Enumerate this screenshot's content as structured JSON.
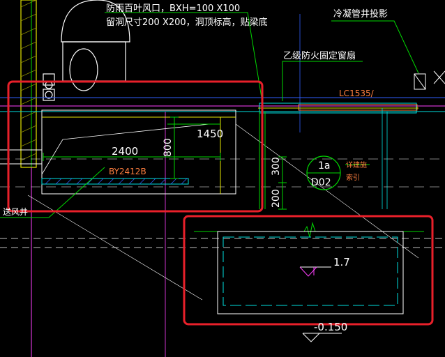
{
  "annotations": {
    "louver_line1": "防雨百叶风口，BXH=100 X100",
    "louver_line2": "留洞尺寸200 X200，洞顶标高，贴梁底",
    "shaft_projection": "冷凝管井投影",
    "fire_window": "乙级防火固定窗扇",
    "window_code": "LC1535/",
    "dim_2400": "2400",
    "dim_1450": "1450",
    "dim_800": "800",
    "dim_300": "300",
    "dim_200": "200",
    "block_code": "BY2412B",
    "detail_top": "1a",
    "detail_bottom": "D02",
    "detail_note1": "详建施",
    "detail_note2": "索引",
    "supply_shaft": "送风井",
    "elev_1": "1.7",
    "elev_2": "-0.150"
  },
  "colors": {
    "background": "#000000",
    "highlight_box": "#e8202a",
    "white_line": "#ffffff",
    "yellow_line": "#e6e600",
    "green_line": "#00d800",
    "cyan_line": "#00e0e0",
    "magenta_line": "#ff40ff",
    "blue_line": "#3060ff",
    "orange_text": "#ff7f3f"
  }
}
